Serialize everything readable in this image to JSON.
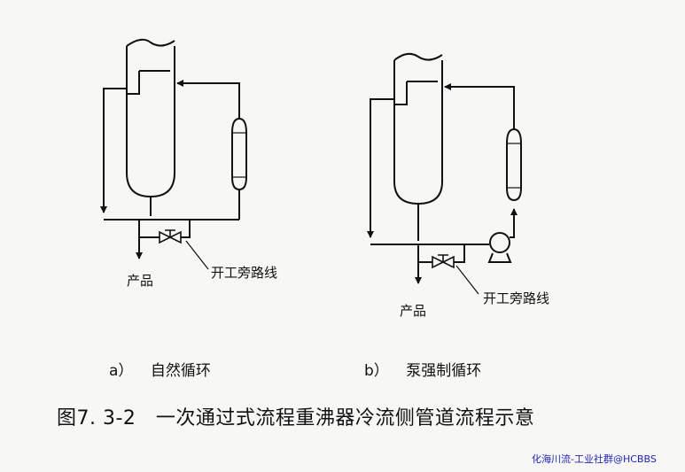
{
  "diagram_a": {
    "product_label": "产品",
    "bypass_label": "开工旁路线",
    "subtitle_letter": "a）",
    "subtitle_text": "自然循环"
  },
  "diagram_b": {
    "product_label": "产品",
    "bypass_label": "开工旁路线",
    "subtitle_letter": "b）",
    "subtitle_text": "泵强制循环"
  },
  "caption": "图7. 3-2　一次通过式流程重沸器冷流侧管道流程示意",
  "watermark": "化海川流-工业社群@HCBBS",
  "colors": {
    "line": "#111111",
    "background": "#f7f7f5",
    "watermark": "#1f1fd0"
  }
}
